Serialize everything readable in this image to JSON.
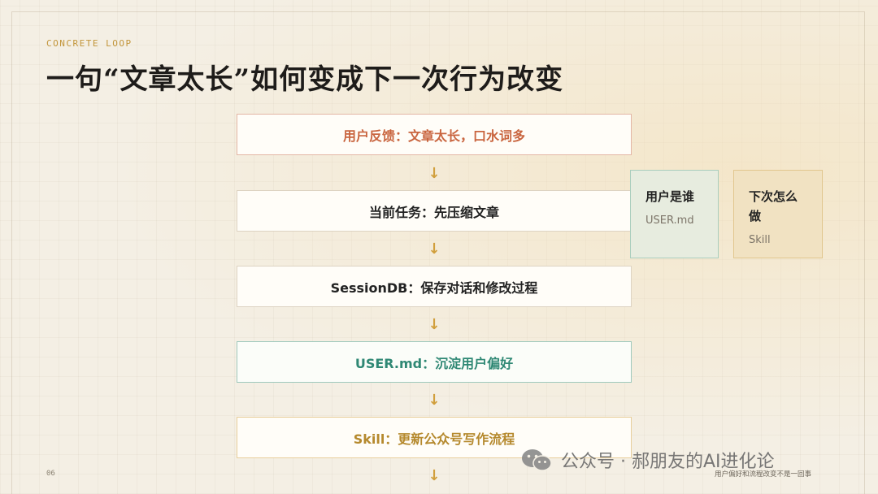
{
  "slide": {
    "eyebrow": "CONCRETE LOOP",
    "title": "一句“文章太长”如何变成下一次行为改变",
    "page_number": "06",
    "footnote": "用户偏好和流程改变不是一回事"
  },
  "flow": {
    "steps": [
      {
        "label": "用户反馈：文章太长，口水词多",
        "kind": "feedback"
      },
      {
        "label": "当前任务：先压缩文章",
        "kind": "task"
      },
      {
        "label": "SessionDB：保存对话和修改过程",
        "kind": "session"
      },
      {
        "label": "USER.md：沉淀用户偏好",
        "kind": "user"
      },
      {
        "label": "Skill：更新公众号写作流程",
        "kind": "skill"
      }
    ],
    "arrow_glyph": "↓",
    "colors": {
      "feedback": "#c9653f",
      "user": "#2f8874",
      "skill": "#b5892d",
      "arrow": "#d19f3d"
    }
  },
  "cards": [
    {
      "title": "用户是谁",
      "subtitle": "USER.md"
    },
    {
      "title": "下次怎么做",
      "subtitle": "Skill"
    }
  ],
  "watermark": {
    "icon": "wechat-icon",
    "text": "公众号 · 郝朋友的AI进化论"
  }
}
